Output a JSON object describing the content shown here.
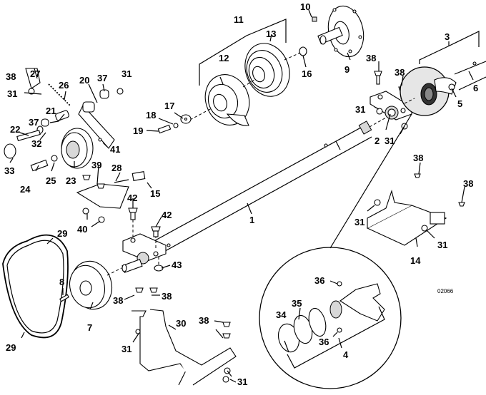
{
  "diagram": {
    "type": "exploded-parts-diagram",
    "subject": "drive shaft, electric clutch, pulleys and idler assembly",
    "drawing_id": "02066",
    "callouts": [
      {
        "id": "c1",
        "label": "1"
      },
      {
        "id": "c2",
        "label": "2"
      },
      {
        "id": "c3",
        "label": "3"
      },
      {
        "id": "c4",
        "label": "4"
      },
      {
        "id": "c5",
        "label": "5"
      },
      {
        "id": "c6",
        "label": "6"
      },
      {
        "id": "c7",
        "label": "7"
      },
      {
        "id": "c8",
        "label": "8"
      },
      {
        "id": "c9",
        "label": "9"
      },
      {
        "id": "c10",
        "label": "10"
      },
      {
        "id": "c11",
        "label": "11"
      },
      {
        "id": "c12",
        "label": "12"
      },
      {
        "id": "c13",
        "label": "13"
      },
      {
        "id": "c14",
        "label": "14"
      },
      {
        "id": "c15",
        "label": "15"
      },
      {
        "id": "c16",
        "label": "16"
      },
      {
        "id": "c17",
        "label": "17"
      },
      {
        "id": "c18",
        "label": "18"
      },
      {
        "id": "c19",
        "label": "19"
      },
      {
        "id": "c20",
        "label": "20"
      },
      {
        "id": "c21",
        "label": "21"
      },
      {
        "id": "c22",
        "label": "22"
      },
      {
        "id": "c23",
        "label": "23"
      },
      {
        "id": "c24",
        "label": "24"
      },
      {
        "id": "c25",
        "label": "25"
      },
      {
        "id": "c26",
        "label": "26"
      },
      {
        "id": "c27",
        "label": "27"
      },
      {
        "id": "c28",
        "label": "28"
      },
      {
        "id": "c29a",
        "label": "29"
      },
      {
        "id": "c29b",
        "label": "29"
      },
      {
        "id": "c30",
        "label": "30"
      },
      {
        "id": "c31a",
        "label": "31"
      },
      {
        "id": "c31b",
        "label": "31"
      },
      {
        "id": "c31c",
        "label": "31"
      },
      {
        "id": "c31d",
        "label": "31"
      },
      {
        "id": "c31e",
        "label": "31"
      },
      {
        "id": "c31f",
        "label": "31"
      },
      {
        "id": "c31g",
        "label": "31"
      },
      {
        "id": "c31h",
        "label": "31"
      },
      {
        "id": "c31i",
        "label": "31"
      },
      {
        "id": "c32",
        "label": "32"
      },
      {
        "id": "c33",
        "label": "33"
      },
      {
        "id": "c34",
        "label": "34"
      },
      {
        "id": "c35",
        "label": "35"
      },
      {
        "id": "c36a",
        "label": "36"
      },
      {
        "id": "c36b",
        "label": "36"
      },
      {
        "id": "c37a",
        "label": "37"
      },
      {
        "id": "c37b",
        "label": "37"
      },
      {
        "id": "c38a",
        "label": "38"
      },
      {
        "id": "c38b",
        "label": "38"
      },
      {
        "id": "c38c",
        "label": "38"
      },
      {
        "id": "c38d",
        "label": "38"
      },
      {
        "id": "c38e",
        "label": "38"
      },
      {
        "id": "c38f",
        "label": "38"
      },
      {
        "id": "c38g",
        "label": "38"
      },
      {
        "id": "c38h",
        "label": "38"
      },
      {
        "id": "c39",
        "label": "39"
      },
      {
        "id": "c40",
        "label": "40"
      },
      {
        "id": "c41",
        "label": "41"
      },
      {
        "id": "c42a",
        "label": "42"
      },
      {
        "id": "c42b",
        "label": "42"
      },
      {
        "id": "c43",
        "label": "43"
      }
    ]
  }
}
